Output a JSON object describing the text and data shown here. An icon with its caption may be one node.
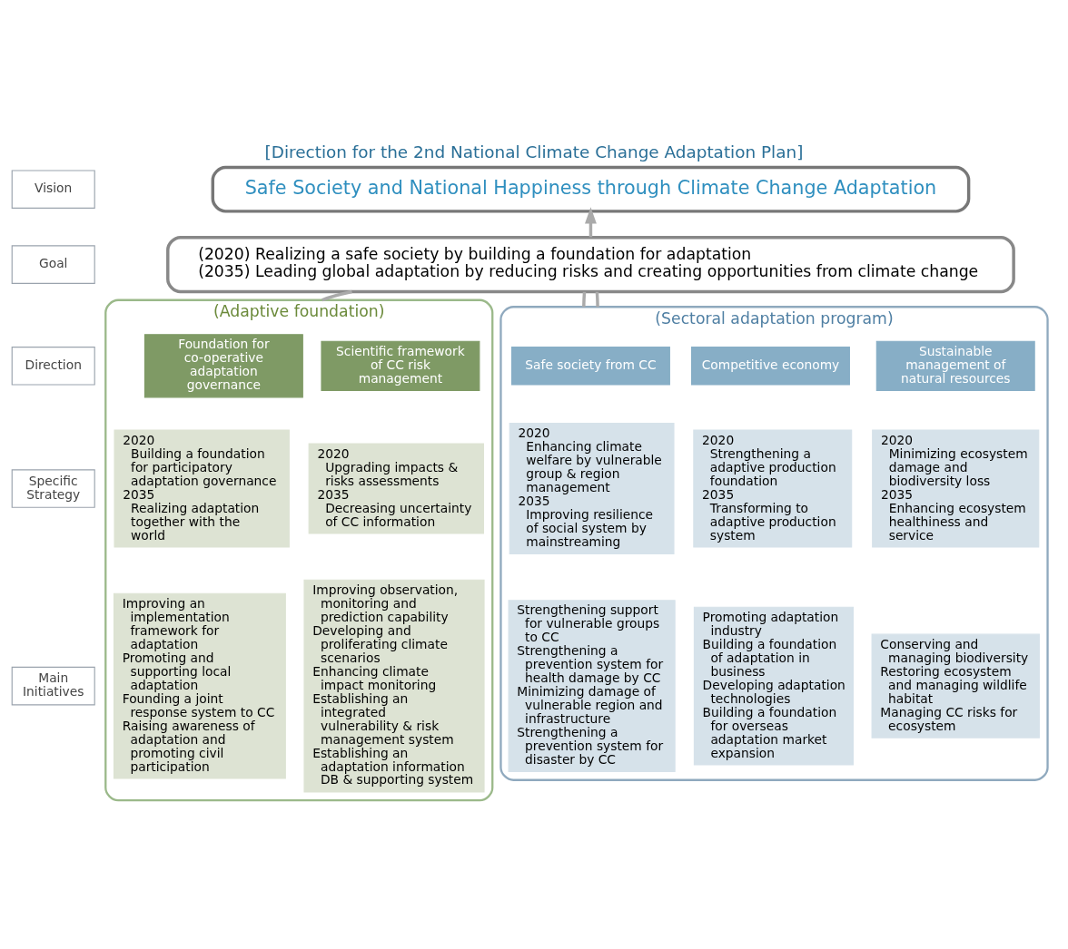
{
  "diagram": {
    "title": "[Direction for the 2nd National Climate Change Adaptation Plan]",
    "nodes": [
      {
        "text": [
          "Vision"
        ]
      },
      {
        "text": [
          "Goal"
        ]
      },
      {
        "text": [
          "Direction"
        ]
      },
      {
        "text": [
          "Specific Strategy"
        ]
      },
      {
        "text": [
          "Main Initiatives"
        ]
      },
      {
        "text": [
          "Safe Society and National Happiness through Climate Change Adaptation"
        ]
      },
      {
        "text": [
          "(2020) Realizing a safe society by building a foundation for adaptation",
          "(2035) Leading global adaptation by reducing risks and creating opportunities from climate change"
        ]
      },
      {
        "text": [
          "(Adaptive foundation)"
        ]
      },
      {
        "text": [
          "Foundation for co-operative adaptation governance"
        ],
        "in": 7
      },
      {
        "text": [
          "Scientific framework of CC risk management"
        ],
        "in": 7
      },
      {
        "text": [
          "2020",
          "Building a foundation for participatory adaptation governance",
          "2035",
          "Realizing adaptation together with the world"
        ],
        "in": 7
      },
      {
        "text": [
          "2020",
          "Upgrading impacts & risks assessments",
          "2035",
          "Decreasing uncertainty of CC information"
        ],
        "in": 7
      },
      {
        "text": [
          "Improving an implementation framework for adaptation",
          "Promoting and supporting local adaptation",
          "Founding a joint response system to CC",
          "Raising awareness of adaptation and promoting civil participation"
        ],
        "in": 7
      },
      {
        "text": [
          "Improving observation, monitoring and prediction capability",
          "Developing and proliferating climate scenarios",
          "Enhancing climate impact monitoring",
          "Establishing an integrated vulnerability & risk management system",
          "Establishing an adaptation information DB & supporting system"
        ],
        "in": 7
      },
      {
        "text": [
          "(Sectoral adaptation program)"
        ]
      },
      {
        "text": [
          "Safe society from CC"
        ],
        "in": 14
      },
      {
        "text": [
          "Competitive economy"
        ],
        "in": 14
      },
      {
        "text": [
          "Sustainable management of natural resources"
        ],
        "in": 14
      },
      {
        "text": [
          "2020",
          "Enhancing climate welfare by vulnerable group & region management",
          "2035",
          "Improving resilience of social system by mainstreaming"
        ],
        "in": 14
      },
      {
        "text": [
          "2020",
          "Strengthening a adaptive production foundation",
          "2035",
          "Transforming to adaptive production system"
        ],
        "in": 14
      },
      {
        "text": [
          "2020",
          "Minimizing ecosystem damage and biodiversity loss",
          "2035",
          "Enhancing ecosystem healthiness and service"
        ],
        "in": 14
      },
      {
        "text": [
          "Strengthening support for vulnerable groups to CC",
          "Strengthening a prevention system for health damage by CC",
          "Minimizing damage of vulnerable region and infrastructure",
          "Strengthening a prevention system for disaster by CC"
        ],
        "in": 14
      },
      {
        "text": [
          "Promoting adaptation industry",
          "Building a foundation of adaptation in business",
          "Developing adaptation technologies",
          "Building a foundation for overseas adaptation market expansion"
        ],
        "in": 14
      },
      {
        "text": [
          "Conserving and managing biodiversity",
          "Restoring ecosystem and managing wildlife habitat",
          "Managing CC risks for ecosystem"
        ],
        "in": 14
      }
    ],
    "edges": [
      {
        "from": 6,
        "to": 5,
        "arrow": "to"
      },
      {
        "from": 7,
        "to": 6,
        "arrow": "none"
      },
      {
        "from": 14,
        "to": 6,
        "arrow": "none"
      },
      {
        "from": 14,
        "to": 6,
        "arrow": "none"
      }
    ]
  }
}
